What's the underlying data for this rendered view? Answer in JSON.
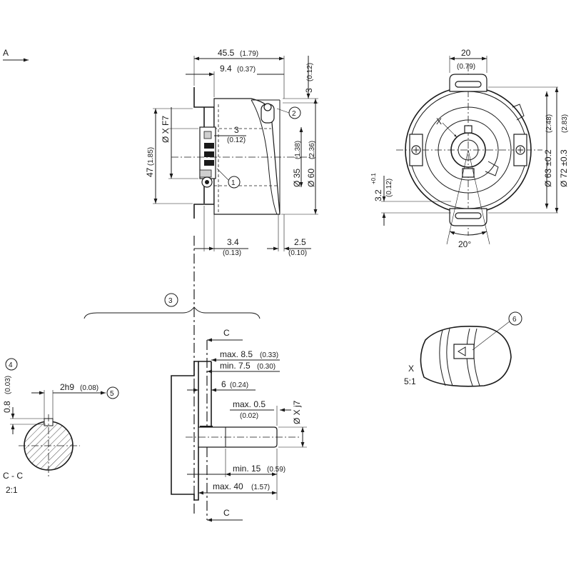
{
  "views": {
    "side": {
      "view_label": "A",
      "dim_overall_length": "45.5",
      "dim_overall_length_in": "(1.79)",
      "dim_flange": "9.4",
      "dim_flange_in": "(0.37)",
      "dim_top": "3",
      "dim_top_in": "(0.12)",
      "dim_bore_depth": "3",
      "dim_bore_depth_in": "(0.12)",
      "dim_height": "47",
      "dim_height_in": "(1.85)",
      "dim_bore": "Ø X F7",
      "dim_d35": "Ø 35",
      "dim_d35_in": "(1.38)",
      "dim_d60": "Ø 60",
      "dim_d60_in": "(2.36)",
      "dim_bottom_left": "3.4",
      "dim_bottom_left_in": "(0.13)",
      "dim_bottom_right": "2.5",
      "dim_bottom_right_in": "(0.10)",
      "callout_1": "1",
      "callout_2": "2"
    },
    "front": {
      "dim_width": "20",
      "dim_width_in": "(0.79)",
      "label_x": "X",
      "dim_d63": "Ø 63 ±0.2",
      "dim_d63_in": "(2.48)",
      "dim_d72": "Ø 72 ±0.3",
      "dim_d72_in": "(2.83)",
      "dim_offset": "3.2",
      "dim_offset_tol": "+0.1",
      "dim_offset_in": "(0.12)",
      "dim_angle": "20°"
    },
    "group_callout": "3",
    "shaft": {
      "section_mark_top": "C",
      "section_mark_bottom": "C",
      "dim_max85": "max. 8.5",
      "dim_max85_in": "(0.33)",
      "dim_min75": "min. 7.5",
      "dim_min75_in": "(0.30)",
      "dim_6": "6",
      "dim_6_in": "(0.24)",
      "dim_max05": "max. 0.5",
      "dim_max05_in": "(0.02)",
      "dim_shaft_d": "Ø X j7",
      "dim_min15": "min. 15",
      "dim_min15_in": "(0.59)",
      "dim_max40": "max. 40",
      "dim_max40_in": "(1.57)"
    },
    "section": {
      "callout_4": "4",
      "callout_5": "5",
      "dim_08": "0.8",
      "dim_08_in": "(0.03)",
      "dim_2h9": "2h9",
      "dim_2h9_in": "(0.08)",
      "label": "C - C",
      "scale": "2:1"
    },
    "detail": {
      "callout_6": "6",
      "label": "X",
      "scale": "5:1"
    }
  }
}
